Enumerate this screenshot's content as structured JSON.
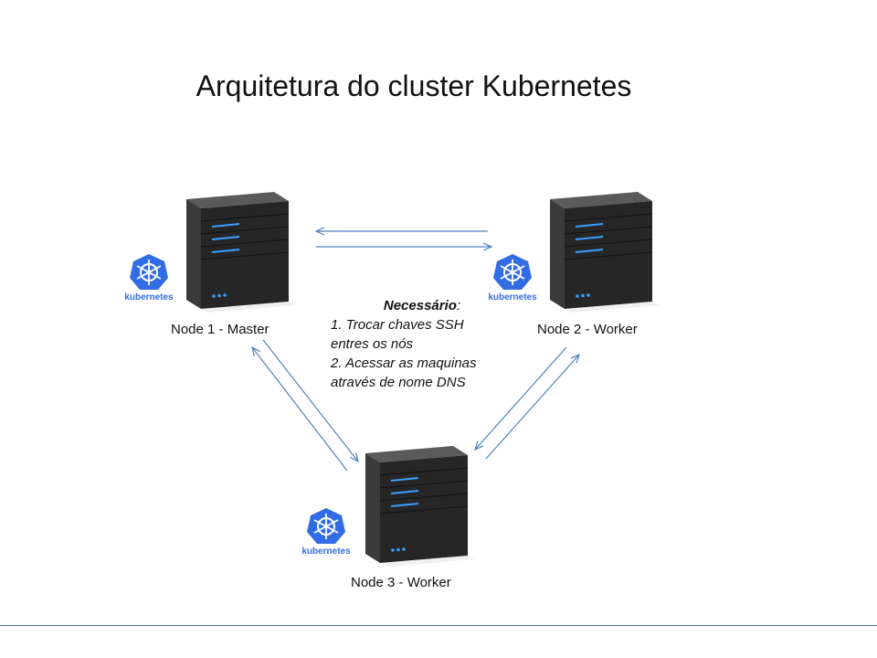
{
  "title": "Arquitetura  do cluster Kubernetes",
  "logo_text": "kubernetes",
  "nodes": [
    {
      "label": "Node 1 - Master"
    },
    {
      "label": "Node 2 - Worker"
    },
    {
      "label": "Node 3 - Worker"
    }
  ],
  "note": {
    "heading": "Necessário",
    "heading_suffix": ":",
    "lines": [
      "1. Trocar chaves SSH",
      "entres os nós",
      "2. Acessar as maquinas",
      "através de nome DNS"
    ]
  },
  "colors": {
    "arrow": "#4f81bd",
    "kubernetes_blue": "#326ce5",
    "server_body": "#2b2b2b",
    "server_led": "#3aa0ff"
  },
  "icons": [
    "server-icon",
    "kubernetes-logo-icon",
    "double-arrow-icon"
  ]
}
